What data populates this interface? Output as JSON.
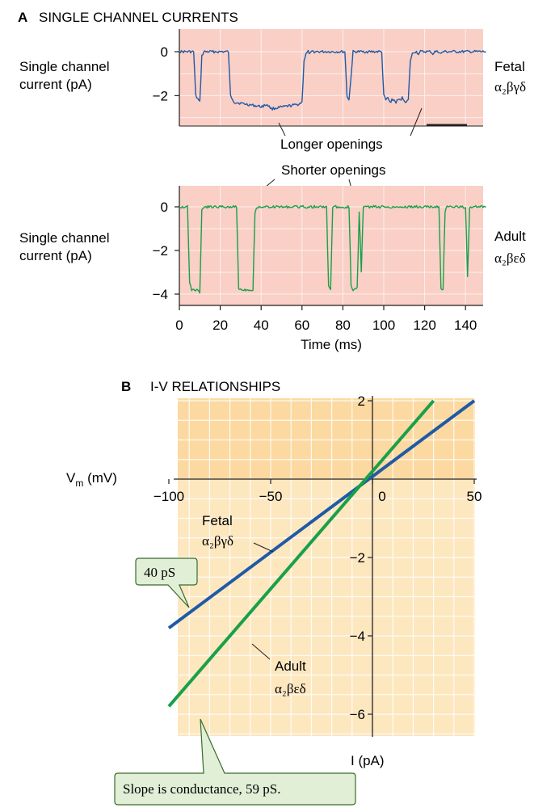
{
  "panel_a": {
    "letter": "A",
    "title": "SINGLE CHANNEL CURRENTS",
    "fetal": {
      "ylabel_line1": "Single channel",
      "ylabel_line2": "current (pA)",
      "yticks": [
        "0",
        "−2"
      ],
      "label_line1": "Fetal",
      "label_line2": "α₂βγδ"
    },
    "adult": {
      "ylabel_line1": "Single channel",
      "ylabel_line2": "current (pA)",
      "yticks": [
        "0",
        "−2",
        "−4"
      ],
      "label_line1": "Adult",
      "label_line2": "α₂βεδ"
    },
    "annotation_longer": "Longer openings",
    "annotation_shorter": "Shorter openings",
    "xticks": [
      "0",
      "20",
      "40",
      "60",
      "80",
      "100",
      "120",
      "140"
    ],
    "xlabel": "Time (ms)"
  },
  "panel_b": {
    "letter": "B",
    "title": "I-V RELATIONSHIPS",
    "xaxis_label": "V",
    "xaxis_sub": "m",
    "xaxis_unit": " (mV)",
    "xticks": [
      "−100",
      "−50",
      "0",
      "50"
    ],
    "yticks": [
      "2",
      "−2",
      "−4",
      "−6"
    ],
    "ylabel": "I (pA)",
    "fetal_label_line1": "Fetal",
    "fetal_label_line2": "α₂βγδ",
    "adult_label_line1": "Adult",
    "adult_label_line2": "α₂βεδ",
    "callout_40": "40 pS",
    "callout_59": "Slope is conductance, 59 pS."
  },
  "colors": {
    "fetal": "#1f5aa6",
    "adult": "#19a04a",
    "trace_bg": "#f9cfc6",
    "iv_bg": "#fde7bf",
    "iv_bg_top": "#fbd9a0",
    "callout_fill": "#e1efd7",
    "callout_stroke": "#3a6b2a"
  },
  "chart_data": [
    {
      "type": "line",
      "title": "SINGLE CHANNEL CURRENTS",
      "series": [
        {
          "name": "Fetal α₂βγδ",
          "x": [
            0,
            7,
            8,
            10,
            11,
            12,
            24,
            25,
            27,
            40,
            43,
            45,
            58,
            60,
            61,
            62,
            63,
            64,
            65,
            81,
            82,
            83,
            85,
            99,
            100,
            101,
            102,
            103,
            104,
            105,
            106,
            107,
            108,
            109,
            110,
            111,
            112,
            113,
            114,
            115,
            116,
            117,
            118,
            123,
            124,
            125,
            126,
            127,
            128,
            129,
            130,
            131,
            150
          ],
          "y": [
            0,
            0,
            -2.0,
            -2.3,
            -0.2,
            0,
            0,
            -2.0,
            -2.3,
            -2.5,
            -2.4,
            -2.6,
            -2.4,
            -2.3,
            -0.4,
            -0.1,
            0,
            -0.1,
            0,
            0,
            -2.0,
            -2.2,
            0,
            0,
            -2.0,
            -2.2,
            -2.1,
            -2.3,
            -2.2,
            -2.2,
            -2.3,
            -2.2,
            -2.2,
            -2.1,
            -2.2,
            -2.3,
            -2.2,
            -0.4,
            -0.1,
            0,
            0,
            -0.1,
            0,
            0,
            -0.1,
            0,
            0,
            0,
            -0.1,
            0,
            0,
            0,
            0
          ]
        },
        {
          "name": "Adult α₂βεδ",
          "x": [
            0,
            4,
            5,
            6,
            8,
            10,
            11,
            12,
            28,
            29,
            30,
            36,
            37,
            38,
            72,
            73,
            74,
            75,
            83,
            84,
            85,
            86,
            87,
            88,
            89,
            90,
            127,
            128,
            129,
            130,
            131,
            140,
            141,
            142,
            150
          ],
          "y": [
            0,
            0,
            -3.5,
            -3.8,
            -3.8,
            -3.9,
            -0.2,
            0,
            0,
            -3.7,
            -3.8,
            -3.8,
            -0.3,
            0,
            0,
            -3.6,
            -3.8,
            0,
            0,
            -3.6,
            -3.8,
            -3.8,
            -3.7,
            -0.2,
            -3.0,
            0,
            0,
            -3.7,
            -3.8,
            -0.2,
            0,
            0,
            -3.2,
            0,
            0
          ]
        }
      ],
      "xlabel": "Time (ms)",
      "ylabel": "Single channel current (pA)",
      "xlim": [
        0,
        150
      ],
      "ylim": [
        -4.5,
        1
      ]
    },
    {
      "type": "line",
      "title": "I-V RELATIONSHIPS",
      "series": [
        {
          "name": "Fetal α₂βγδ",
          "x": [
            -100,
            50
          ],
          "y": [
            -3.8,
            2.0
          ]
        },
        {
          "name": "Adult α₂βεδ",
          "x": [
            -100,
            30
          ],
          "y": [
            -5.8,
            2.0
          ]
        }
      ],
      "xlabel": "Vm (mV)",
      "ylabel": "I (pA)",
      "xlim": [
        -100,
        50
      ],
      "ylim": [
        -6.5,
        2
      ],
      "grid": true
    }
  ]
}
